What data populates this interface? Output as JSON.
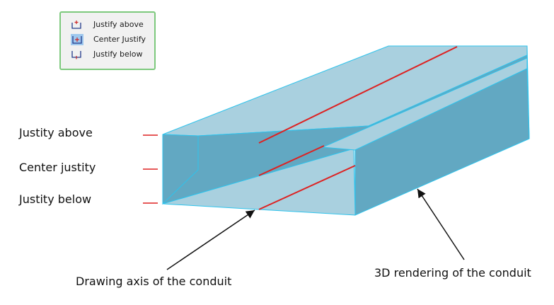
{
  "menu": {
    "items": [
      {
        "label": "Justify above",
        "icon": "justify-above-icon",
        "selected": false
      },
      {
        "label": "Center Justify",
        "icon": "center-justify-icon",
        "selected": true
      },
      {
        "label": "Justify below",
        "icon": "justify-below-icon",
        "selected": false
      }
    ],
    "border_color": "#7dc97d",
    "selected_icon_bg": "#9ec8ee"
  },
  "side_labels": {
    "above": "Justity above",
    "center": "Center justity",
    "below": "Justity below"
  },
  "callouts": {
    "axis": "Drawing axis of the conduit",
    "rendering": "3D rendering of the conduit"
  },
  "colors": {
    "conduit_face_dark": "#62a8c2",
    "conduit_face_light": "#a9d0df",
    "conduit_edge": "#2ec3ec",
    "axis_line": "#dd2222"
  }
}
